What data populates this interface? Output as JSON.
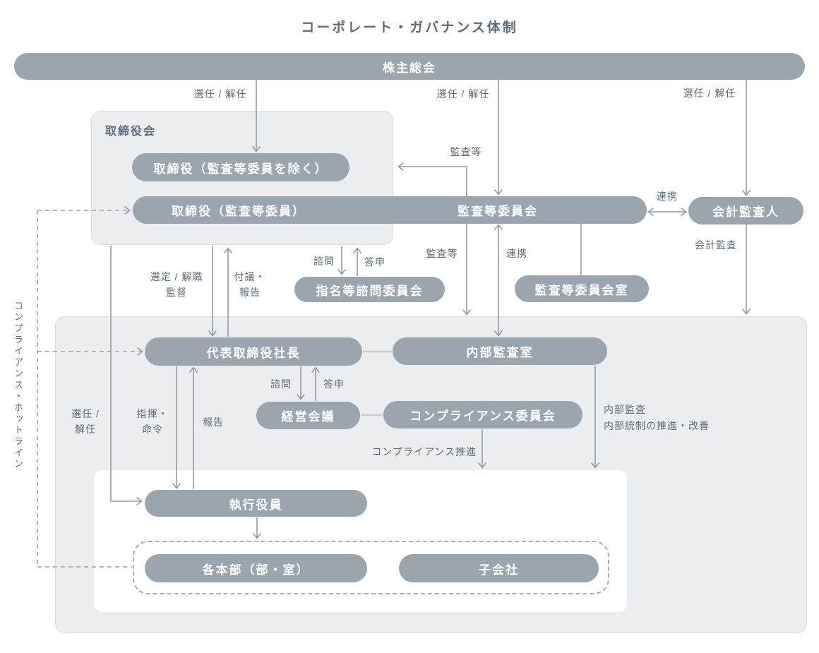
{
  "title": "コーポレート・ガバナンス体制",
  "nodes": {
    "shareholders_meeting": "株主総会",
    "board_of_directors": "取締役会",
    "directors_excluding_audit_members": "取締役（監査等委員を除く）",
    "directors_audit_members": "取締役（監査等委員）",
    "audit_supervisory_committee": "監査等委員会",
    "accounting_auditor": "会計監査人",
    "nomination_advisory_committee": "指名等諮問委員会",
    "audit_committee_office": "監査等委員会室",
    "president": "代表取締役社長",
    "internal_audit_office": "内部監査室",
    "management_meeting": "経営会議",
    "compliance_committee": "コンプライアンス委員会",
    "executive_officers": "執行役員",
    "divisions": "各本部（部・室）",
    "subsidiaries": "子会社"
  },
  "edge_labels": {
    "appoint_dismiss": "選任 / 解任",
    "audit_etc": "監査等",
    "cooperation": "連携",
    "accounting_audit": "会計監査",
    "consultation": "諮問",
    "report_back": "答申",
    "select_dismiss": "選定 / 解職",
    "supervise": "監督",
    "submission": "付議・",
    "report": "報告",
    "appoint": "選任 /",
    "dismiss": "解任",
    "direct": "指揮・",
    "command": "命令",
    "compliance_promotion": "コンプライアンス推進",
    "internal_audit": "内部監査",
    "internal_control": "内部統制の推進・改善",
    "hotline": "コンプライアンス・ホットライン"
  },
  "colors": {
    "node_fill": "#9aa5ae",
    "group_box_fill": "#ecedef",
    "connector": "#8f9ca7",
    "light_connector": "#c9cfd5",
    "dashed_connector": "#9aa2ab",
    "label_text": "#5d6c7b",
    "node_text": "#ffffff"
  }
}
